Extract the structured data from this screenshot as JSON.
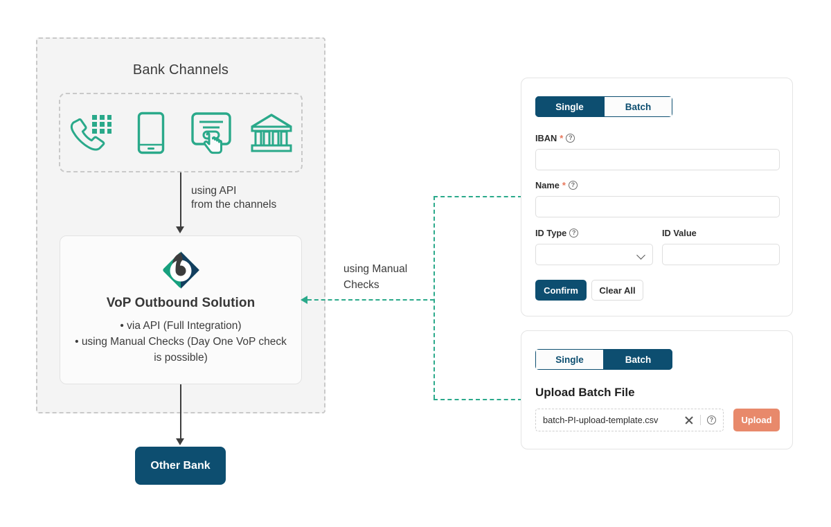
{
  "diagram": {
    "bank_channels": {
      "title": "Bank Channels",
      "icons": [
        {
          "name": "telephone-keypad-icon",
          "label": "Telephone banking"
        },
        {
          "name": "mobile-phone-icon",
          "label": "Mobile banking"
        },
        {
          "name": "kiosk-touchscreen-icon",
          "label": "Self-service kiosk"
        },
        {
          "name": "bank-building-icon",
          "label": "Branch"
        }
      ]
    },
    "api_connector_label_line1": "using API",
    "api_connector_label_line2": "from the channels",
    "manual_connector_label_line1": "using Manual",
    "manual_connector_label_line2": "Checks",
    "vop": {
      "title": "VoP Outbound Solution",
      "bullets": [
        "via API (Full Integration)",
        "using Manual Checks (Day One VoP check is possible)"
      ]
    },
    "other_bank": "Other Bank"
  },
  "single_panel": {
    "tabs": [
      {
        "label": "Single",
        "active": true
      },
      {
        "label": "Batch",
        "active": false
      }
    ],
    "fields": {
      "iban_label": "IBAN",
      "iban_value": "",
      "name_label": "Name",
      "name_value": "",
      "id_type_label": "ID Type",
      "id_type_value": "",
      "id_value_label": "ID Value",
      "id_value_value": ""
    },
    "required_marker": "*",
    "help_glyph": "?",
    "confirm_label": "Confirm",
    "clear_all_label": "Clear All"
  },
  "batch_panel": {
    "tabs": [
      {
        "label": "Single",
        "active": false
      },
      {
        "label": "Batch",
        "active": true
      }
    ],
    "upload_title": "Upload Batch File",
    "file_name": "batch-PI-upload-template.csv",
    "upload_label": "Upload",
    "help_glyph": "?"
  },
  "colors": {
    "navy": "#0d4e70",
    "teal": "#2aa98a",
    "coral": "#e8896b",
    "required_orange": "#e8765a",
    "panel_bg": "#f4f4f4",
    "dashed_gray": "#c9c9c9"
  }
}
